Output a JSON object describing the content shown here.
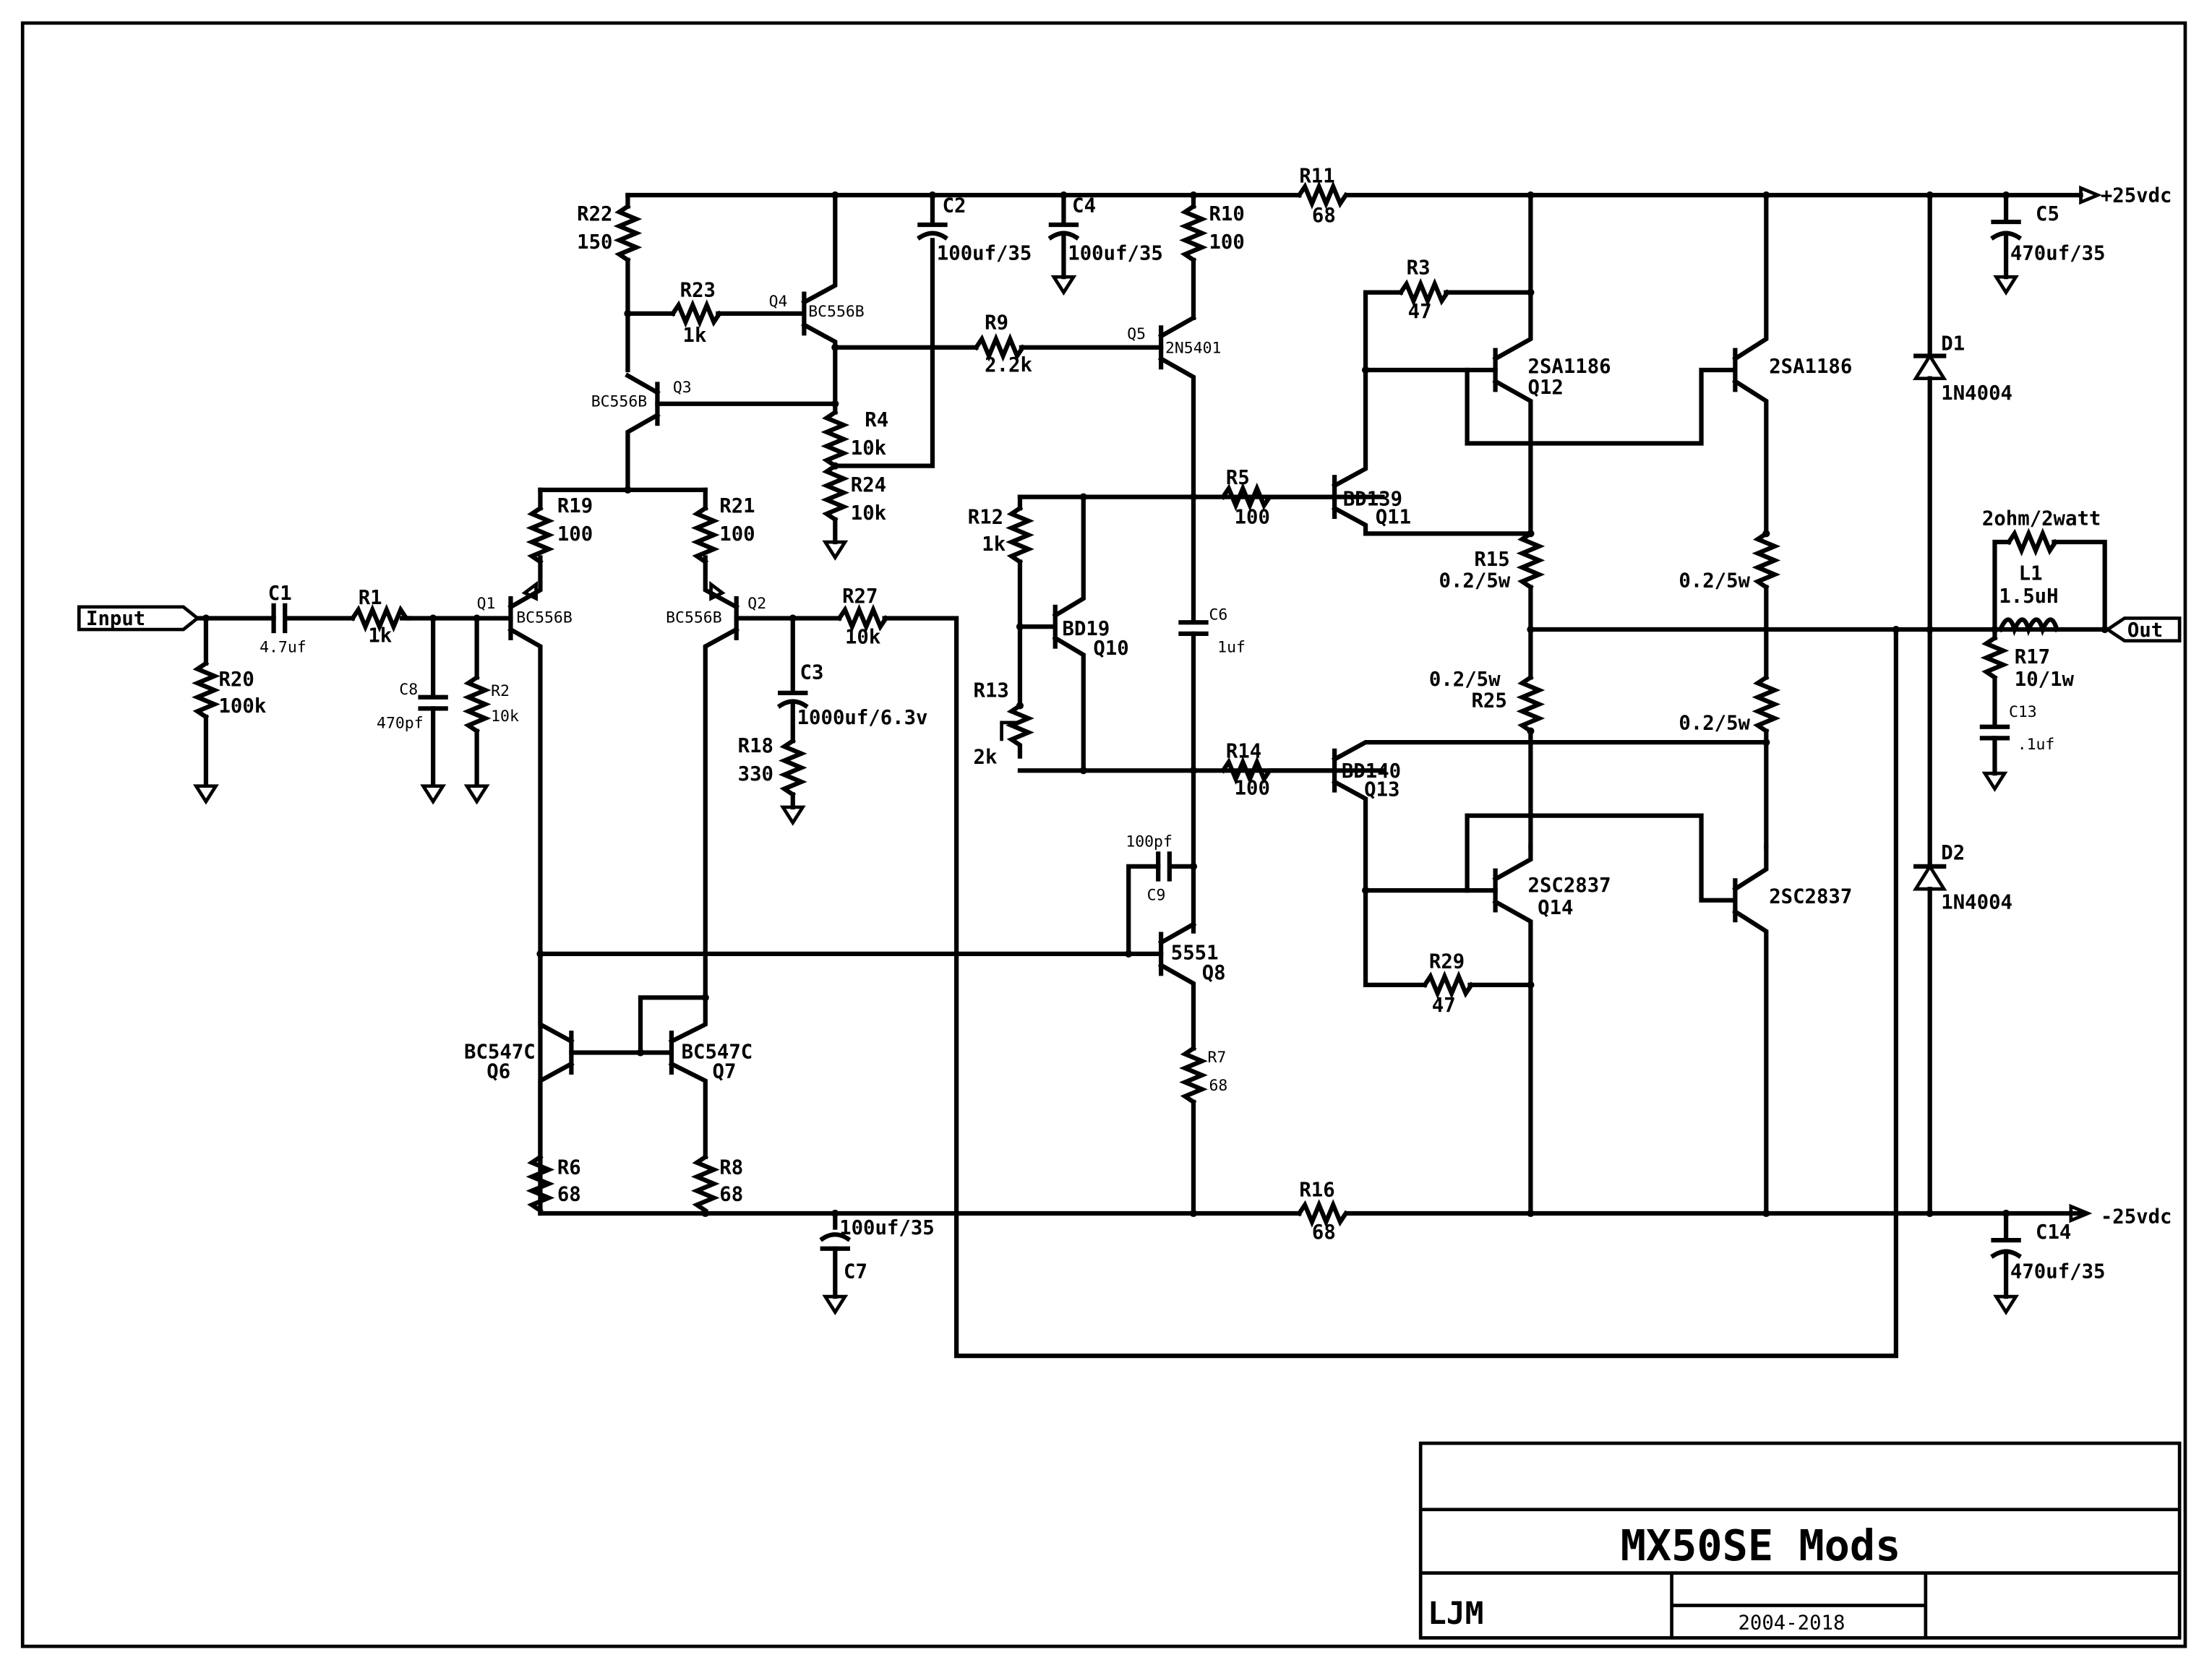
{
  "title_block": {
    "title": "MX50SE Mods",
    "author": "LJM",
    "date": "2004-2018"
  },
  "ports": {
    "input": "Input",
    "output": "Out",
    "rail_pos": "+25vdc",
    "rail_neg": "-25vdc"
  },
  "components": {
    "R20": {
      "ref": "R20",
      "value": "100k"
    },
    "C1": {
      "ref": "C1",
      "value": "4.7uf"
    },
    "R1": {
      "ref": "R1",
      "value": "1k"
    },
    "C8": {
      "ref": "C8",
      "value": "470pf"
    },
    "R2": {
      "ref": "R2",
      "value": "10k"
    },
    "Q1": {
      "ref": "Q1",
      "value": "BC556B"
    },
    "Q2": {
      "ref": "Q2",
      "value": "BC556B"
    },
    "R19": {
      "ref": "R19",
      "value": "100"
    },
    "R21": {
      "ref": "R21",
      "value": "100"
    },
    "R27": {
      "ref": "R27",
      "value": "10k"
    },
    "C3": {
      "ref": "C3",
      "value": "1000uf/6.3v"
    },
    "R18": {
      "ref": "R18",
      "value": "330"
    },
    "R22": {
      "ref": "R22",
      "value": "150"
    },
    "R23": {
      "ref": "R23",
      "value": "1k"
    },
    "Q3": {
      "ref": "Q3",
      "value": "BC556B"
    },
    "Q4": {
      "ref": "Q4",
      "value": "BC556B"
    },
    "R4": {
      "ref": "R4",
      "value": "10k"
    },
    "R24": {
      "ref": "R24",
      "value": "10k"
    },
    "C2": {
      "ref": "C2",
      "value": "100uf/35"
    },
    "C4": {
      "ref": "C4",
      "value": "100uf/35"
    },
    "R9": {
      "ref": "R9",
      "value": "2.2k"
    },
    "Q5": {
      "ref": "Q5",
      "value": "2N5401"
    },
    "R10": {
      "ref": "R10",
      "value": "100"
    },
    "R11": {
      "ref": "R11",
      "value": "68"
    },
    "R12": {
      "ref": "R12",
      "value": "1k"
    },
    "Q10": {
      "ref": "Q10",
      "value": "BD19"
    },
    "R13": {
      "ref": "R13",
      "value": "2k"
    },
    "C6": {
      "ref": "C6",
      "value": "1uf"
    },
    "R5": {
      "ref": "R5",
      "value": "100"
    },
    "R14": {
      "ref": "R14",
      "value": "100"
    },
    "Q11": {
      "ref": "Q11",
      "value": "BD139"
    },
    "Q13": {
      "ref": "Q13",
      "value": "BD140"
    },
    "R3": {
      "ref": "R3",
      "value": "47"
    },
    "Q12": {
      "ref": "Q12",
      "value": "2SA1186"
    },
    "Q12b": {
      "ref": "",
      "value": "2SA1186"
    },
    "R15": {
      "ref": "R15",
      "value": "0.2/5w"
    },
    "R15b": {
      "ref": "",
      "value": "0.2/5w"
    },
    "R25": {
      "ref": "R25",
      "value": "0.2/5w"
    },
    "R25b": {
      "ref": "",
      "value": "0.2/5w"
    },
    "Q14": {
      "ref": "Q14",
      "value": "2SC2837"
    },
    "Q14b": {
      "ref": "",
      "value": "2SC2837"
    },
    "R29": {
      "ref": "R29",
      "value": "47"
    },
    "C9": {
      "ref": "C9",
      "value": "100pf"
    },
    "Q8": {
      "ref": "Q8",
      "value": "5551"
    },
    "R7": {
      "ref": "R7",
      "value": "68"
    },
    "Q6": {
      "ref": "Q6",
      "value": "BC547C"
    },
    "Q7": {
      "ref": "Q7",
      "value": "BC547C"
    },
    "R6": {
      "ref": "R6",
      "value": "68"
    },
    "R8": {
      "ref": "R8",
      "value": "68"
    },
    "C7": {
      "ref": "C7",
      "value": "100uf/35"
    },
    "R16": {
      "ref": "R16",
      "value": "68"
    },
    "C5": {
      "ref": "C5",
      "value": "470uf/35"
    },
    "C14": {
      "ref": "C14",
      "value": "470uf/35"
    },
    "D1": {
      "ref": "D1",
      "value": "1N4004"
    },
    "D2": {
      "ref": "D2",
      "value": "1N4004"
    },
    "L1": {
      "ref": "L1",
      "value": "1.5uH",
      "parallel": "2ohm/2watt"
    },
    "R17": {
      "ref": "R17",
      "value": "10/1w"
    },
    "C13": {
      "ref": "C13",
      "value": ".1uf"
    }
  }
}
